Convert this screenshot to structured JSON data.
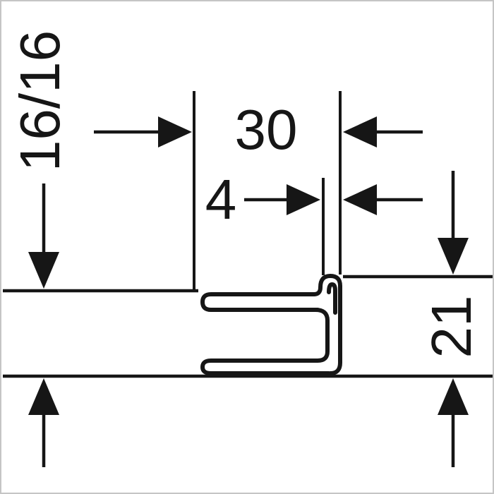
{
  "diagram": {
    "type": "technical-cross-section-dimension-drawing",
    "line_color": "#161616",
    "background_color": "#ffffff",
    "frame_color": "#c5c5c5",
    "dimensions": {
      "left_thickness": "16/16",
      "profile_width": "30",
      "hook_width": "4",
      "profile_height": "21"
    }
  }
}
